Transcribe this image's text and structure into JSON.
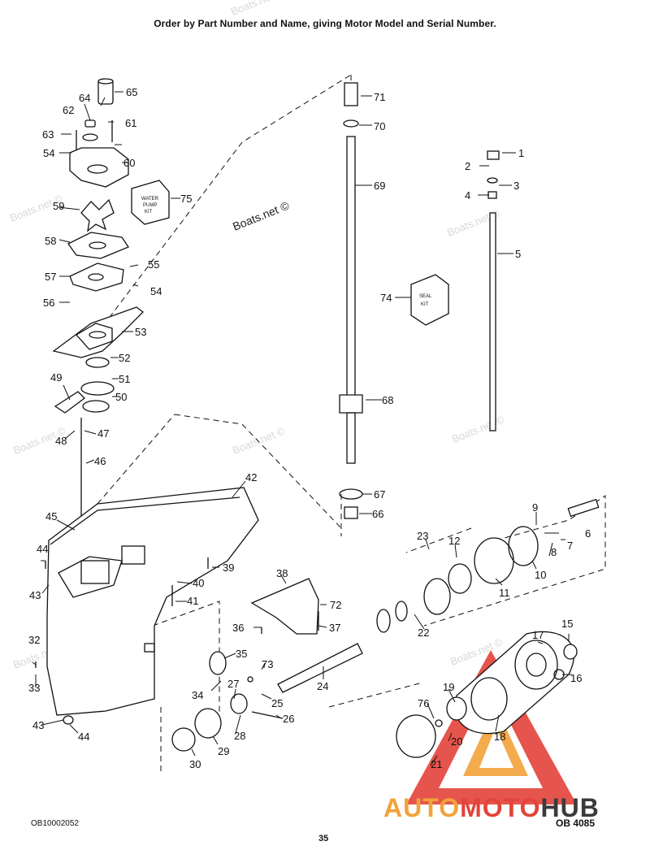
{
  "header": {
    "title": "Order by Part Number and Name, giving Motor Model and Serial Number."
  },
  "footer": {
    "left_code": "OB10002052",
    "page_number": "35",
    "right_code": "OB 4085"
  },
  "watermark": {
    "text": "Boats.net ©"
  },
  "brand": {
    "part1": "AUTO",
    "part2": "MOTO",
    "part3": "HUB"
  },
  "kits": {
    "water_pump_kit": [
      "WATER",
      "PUMP",
      "KIT"
    ],
    "seal_kit": [
      "SEAL",
      "KIT"
    ]
  },
  "callouts": [
    "1",
    "2",
    "3",
    "4",
    "5",
    "6",
    "7",
    "8",
    "9",
    "10",
    "11",
    "12",
    "15",
    "16",
    "17",
    "18",
    "19",
    "20",
    "21",
    "22",
    "23",
    "24",
    "25",
    "26",
    "27",
    "28",
    "29",
    "30",
    "32",
    "33",
    "34",
    "35",
    "36",
    "37",
    "38",
    "39",
    "40",
    "41",
    "42",
    "43",
    "43",
    "44",
    "44",
    "45",
    "46",
    "47",
    "48",
    "49",
    "50",
    "51",
    "52",
    "53",
    "54",
    "54",
    "55",
    "56",
    "57",
    "58",
    "59",
    "60",
    "61",
    "62",
    "63",
    "64",
    "65",
    "66",
    "67",
    "68",
    "69",
    "70",
    "71",
    "72",
    "73",
    "74",
    "75",
    "76"
  ],
  "colors": {
    "line": "#111111",
    "watermark": "#d8d8d8",
    "logo_red": "#e2433a",
    "logo_orange": "#f2a23a"
  }
}
